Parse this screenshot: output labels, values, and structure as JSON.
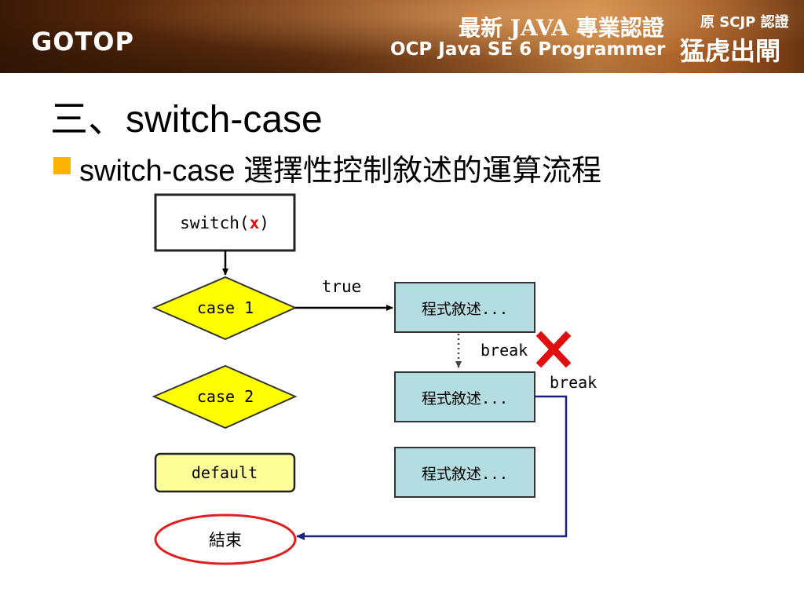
{
  "header": {
    "logo": "GOTOP",
    "book_title_1": "最新 JAVA 專業認證",
    "original_label": "原 SCJP 認證",
    "book_title_2": "OCP Java SE 6 Programmer",
    "book_title_big": "猛虎出閘"
  },
  "slide": {
    "title": "三、switch-case",
    "bullet": "switch-case 選擇性控制敘述的運算流程"
  },
  "diagram": {
    "switch_prefix": "switch(",
    "switch_var": "x",
    "switch_suffix": ")",
    "case1": "case 1",
    "case2": "case 2",
    "default": "default",
    "end": "結束",
    "statement1": "程式敘述...",
    "statement2": "程式敘述...",
    "statement3": "程式敘述...",
    "true_label": "true",
    "break_label_1": "break",
    "break_label_2": "break",
    "colors": {
      "diamond_fill": "#ffff00",
      "default_fill": "#ffff99",
      "statement_fill": "#b4dde2",
      "flow_blue": "#1a237e",
      "end_border": "#e02020",
      "cross_red": "#e01010",
      "switch_var_red": "#e01010",
      "bullet_orange": "#ffb300"
    }
  }
}
